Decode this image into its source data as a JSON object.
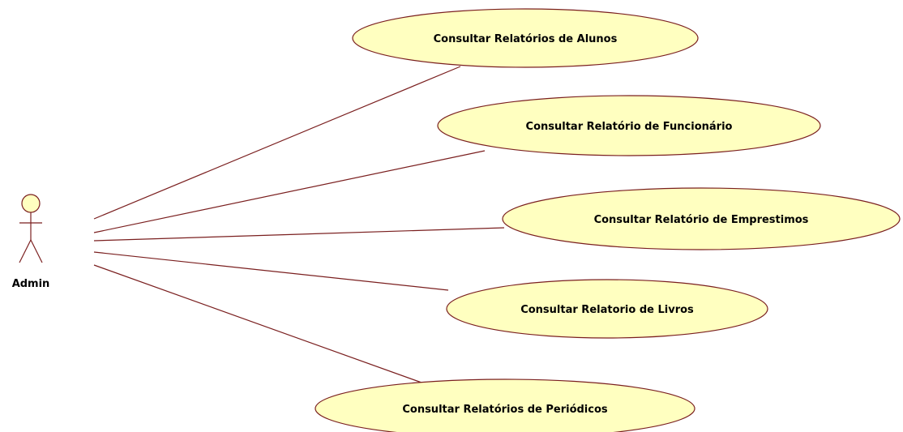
{
  "actor": {
    "name": "Admin"
  },
  "use_cases": [
    {
      "label": "Consultar Relatórios de Alunos"
    },
    {
      "label": "Consultar Relatório de Funcionário"
    },
    {
      "label": "Consultar Relatório de Emprestimos"
    },
    {
      "label": "Consultar Relatorio de Livros"
    },
    {
      "label": "Consultar Relatórios de Periódicos"
    }
  ],
  "colors": {
    "use_case_fill": "#ffffc0",
    "outline": "#7a1f1f"
  }
}
